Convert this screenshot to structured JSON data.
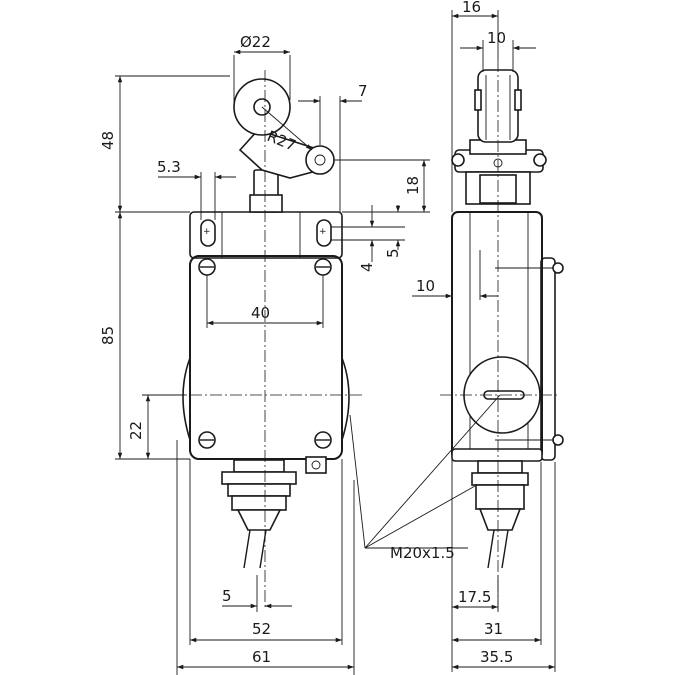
{
  "dimensions": {
    "roller_diameter": "Ø22",
    "lever_radius": "R27",
    "roller_offset": "7",
    "actuator_height": "48",
    "mount_hole_pitch": "5.3",
    "roller_height": "18",
    "slot_offset_a": "4",
    "slot_offset_b": "5",
    "screw_pitch": "40",
    "body_height": "85",
    "gland_height": "22",
    "cable_offset": "5",
    "body_width": "52",
    "overall_width": "61",
    "side_top_width": "16",
    "side_roller_width": "10",
    "side_shaft_offset": "10",
    "thread": "M20x1.5",
    "side_cable_offset": "17.5",
    "side_body_depth": "31",
    "side_overall_depth": "35.5"
  }
}
